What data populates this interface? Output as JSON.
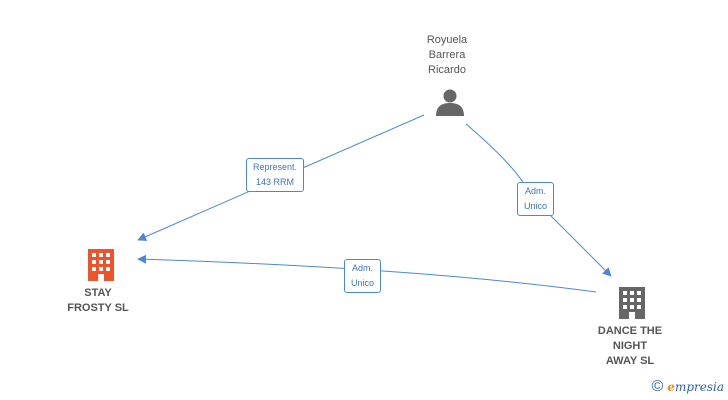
{
  "nodes": {
    "person": {
      "label": "Royuela\nBarrera\nRicardo",
      "icon": "person-icon"
    },
    "stay_frosty": {
      "label": "STAY\nFROSTY  SL",
      "icon": "building-icon",
      "color": "#f0532b"
    },
    "dance": {
      "label": "DANCE THE\nNIGHT\nAWAY  SL",
      "icon": "building-icon",
      "color": "#666666"
    }
  },
  "edges": {
    "person_to_stay": {
      "label": "Represent.\n143 RRM"
    },
    "person_to_dance": {
      "label": "Adm.\nUnico"
    },
    "dance_to_stay": {
      "label": "Adm.\nUnico"
    }
  },
  "colors": {
    "edge": "#4a87d9",
    "person": "#666666"
  },
  "footer": {
    "copyright": "©",
    "brand_initial": "e",
    "brand_rest": "mpresia"
  }
}
